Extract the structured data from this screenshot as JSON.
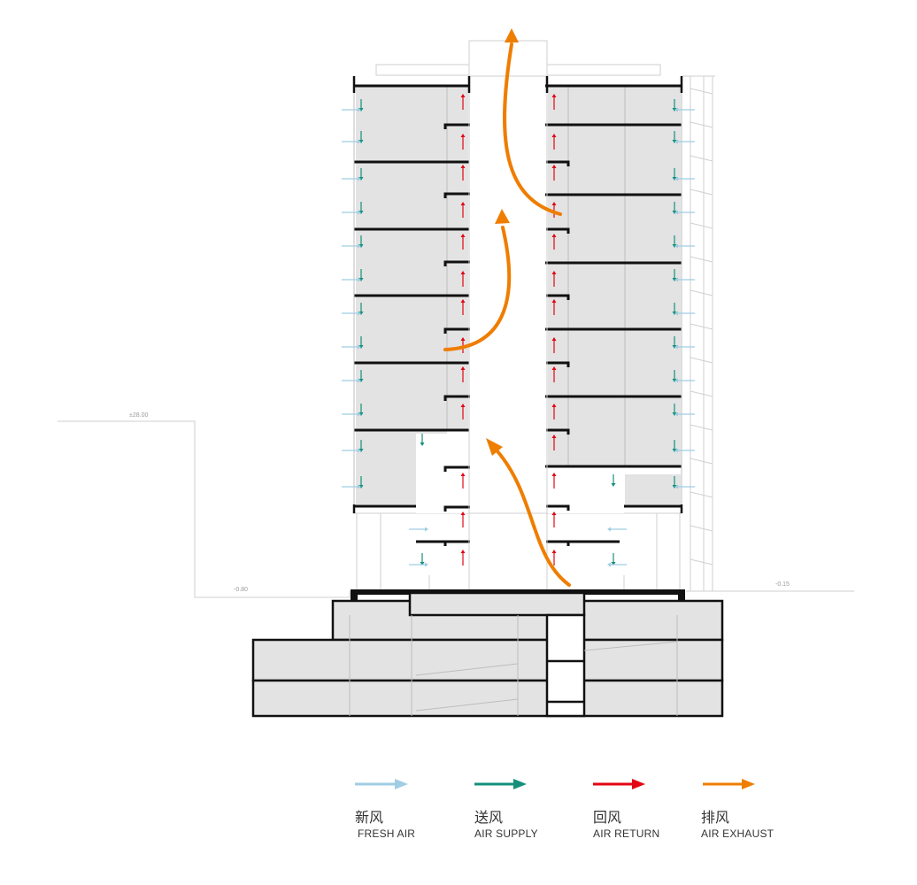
{
  "colors": {
    "fresh_air": "#9fcde3",
    "air_supply": "#14907a",
    "air_return": "#e30613",
    "air_exhaust": "#ef7d00",
    "floor_fill": "#e3e3e3",
    "slab": "#111111"
  },
  "elevations": {
    "top_left": "±28.00",
    "ground_left": "-0.80",
    "ground_right": "-0.15"
  },
  "legend": [
    {
      "key": "fresh_air",
      "zh": "新风",
      "en": "FRESH AIR",
      "color": "#9fcde3"
    },
    {
      "key": "air_supply",
      "zh": "送风",
      "en": "AIR SUPPLY",
      "color": "#14907a"
    },
    {
      "key": "air_return",
      "zh": "回风",
      "en": "AIR RETURN",
      "color": "#e30613"
    },
    {
      "key": "air_exhaust",
      "zh": "排风",
      "en": "AIR EXHAUST",
      "color": "#ef7d00"
    }
  ]
}
